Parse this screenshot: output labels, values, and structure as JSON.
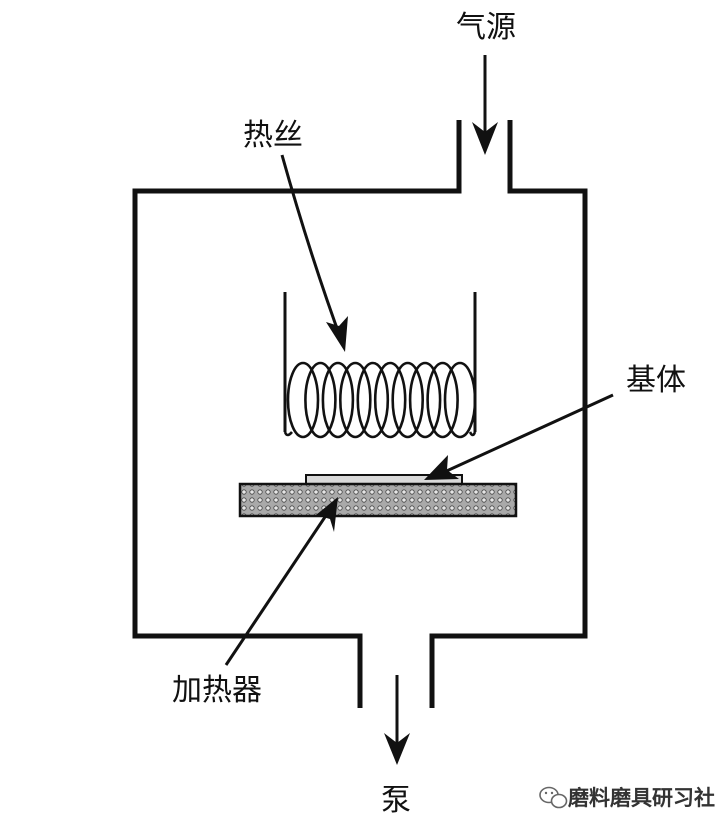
{
  "labels": {
    "gas_source": "气源",
    "filament": "热丝",
    "substrate": "基体",
    "heater": "加热器",
    "pump": "泵"
  },
  "watermark": {
    "text": "磨料磨具研习社",
    "icon": "wechat-icon"
  },
  "colors": {
    "line": "#111111",
    "heater_fill": "#b5b5b5",
    "substrate_fill": "#d9d9d9"
  }
}
